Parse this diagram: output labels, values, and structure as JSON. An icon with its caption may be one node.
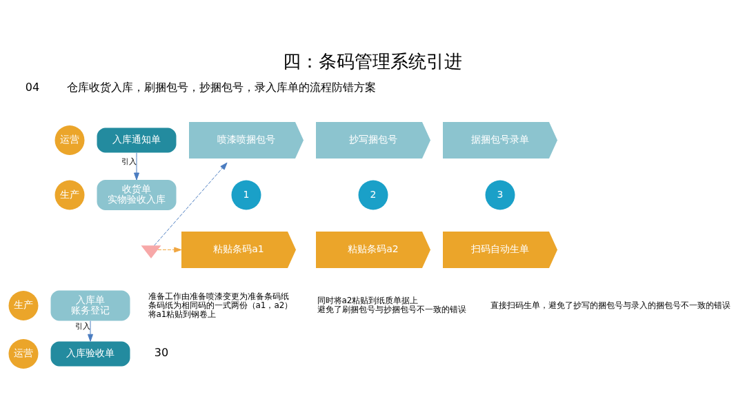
{
  "diagram": {
    "title": "四：条码管理系统引进",
    "nodes": [
      {
        "text": [
          "运营"
        ]
      },
      {
        "text": [
          "入库通知单"
        ]
      },
      {
        "text": [
          "生产"
        ]
      },
      {
        "text": [
          "收货单",
          "实物验收入库"
        ]
      },
      {
        "text": [],
        "shape": "arrow"
      },
      {
        "text": [
          "生产"
        ]
      },
      {
        "text": [
          "入库单",
          "账务登记"
        ]
      },
      {
        "text": [
          "运营"
        ]
      },
      {
        "text": [
          "入库验收单"
        ]
      },
      {
        "text": [
          "喷漆喷捆包号"
        ]
      },
      {
        "text": [
          "抄写捆包号"
        ]
      },
      {
        "text": [
          "据捆包号录单"
        ]
      },
      {
        "text": [
          "1"
        ]
      },
      {
        "text": [
          "2"
        ]
      },
      {
        "text": [
          "3"
        ]
      },
      {
        "text": [
          "粘贴条码a1"
        ],
        "beside": [
          "准备工作由准备喷漆变更为准备条码纸",
          "条码纸为相同码的一式两份（a1，a2）",
          "将a1粘贴到钢卷上"
        ]
      },
      {
        "text": [
          "粘贴条码a2"
        ],
        "beside": [
          "同时将a2粘贴到纸质单据上",
          "避免了刷捆包号与抄捆包号不一致的错误"
        ]
      },
      {
        "text": [
          "扫码自动生单"
        ],
        "beside": [
          "直接扫码生单，避免了抄写的捆包号与录入的捆包号不一致的错误"
        ]
      }
    ],
    "edges": [
      {
        "from": 1,
        "to": 3,
        "arrow": "to",
        "label": "引入"
      },
      {
        "from": 6,
        "to": 8,
        "arrow": "to",
        "label": "引入"
      },
      {
        "from": 4,
        "to": 9,
        "arrow": "to",
        "style": "dashed",
        "color": "#4a7cc0"
      },
      {
        "from": 4,
        "to": 15,
        "arrow": "to",
        "style": "dashed",
        "color": "#f0a640"
      }
    ],
    "labels": [
      "04",
      "仓库收货入库，刷捆包号，抄捆包号，录入库单的流程防错方案",
      "30"
    ]
  }
}
